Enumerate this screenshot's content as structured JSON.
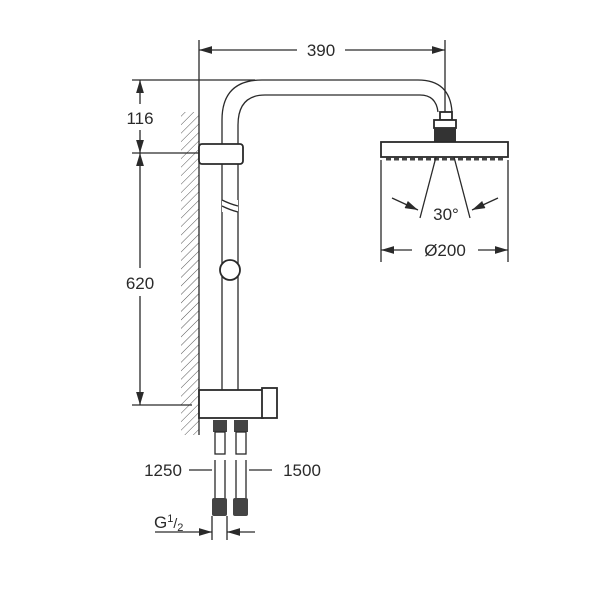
{
  "dimensions": {
    "arm_reach": "390",
    "arm_height": "116",
    "rail_height": "620",
    "spray_angle": "30°",
    "head_diameter": "Ø200",
    "hose_left": "1250",
    "hose_right": "1500",
    "thread_main": "G",
    "thread_num": "1",
    "thread_den": "2"
  },
  "colors": {
    "line": "#2a2a2a",
    "background": "#ffffff"
  }
}
